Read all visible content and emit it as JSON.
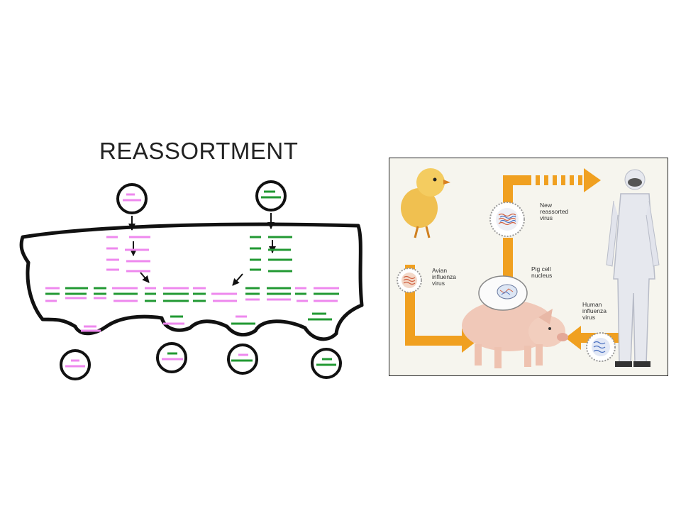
{
  "left_diagram": {
    "title": "REASSORTMENT",
    "colors": {
      "pink": "#ee88ee",
      "green": "#229933",
      "outline": "#111111",
      "arrow": "#111111"
    }
  },
  "right_diagram": {
    "labels": {
      "new_virus": "New\nreassorted\nvirus",
      "avian_virus": "Avian\ninfluenza\nvirus",
      "pig_nucleus": "Pig cell\nnucleus",
      "human_virus": "Human\ninfluenza\nvirus"
    },
    "colors": {
      "flow_arrow": "#f0a020",
      "panel_bg": "#f6f5ee",
      "chick": "#f0c050",
      "pig": "#f0c8b8",
      "suit": "#e6e8ee"
    }
  }
}
